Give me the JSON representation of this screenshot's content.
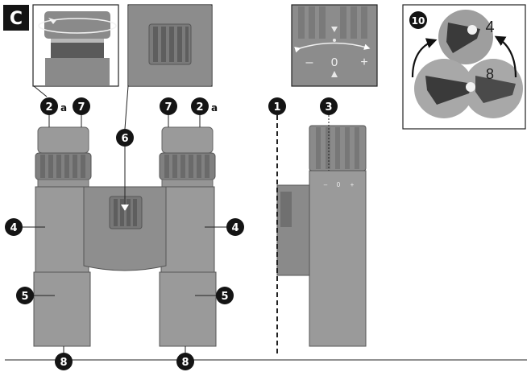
{
  "section_label": "C",
  "callouts": {
    "c1": "1",
    "c2": "2",
    "c3": "3",
    "c4": "4",
    "c5": "5",
    "c6": "6",
    "c7": "7",
    "c8": "8",
    "c10": "10"
  },
  "suffix_a": "a",
  "diopter_scale": {
    "minus": "–",
    "zero": "0",
    "plus": "+"
  },
  "focus_digits": {
    "top": "4",
    "bottom": "8"
  },
  "colors": {
    "body": "#9a9a9a",
    "body_dark": "#7a7a7a",
    "line": "#2a2a2a",
    "badge": "#141414"
  },
  "icons": [
    "rotate-arrow-icon",
    "double-arrow-icon",
    "curved-arrow-icon"
  ]
}
